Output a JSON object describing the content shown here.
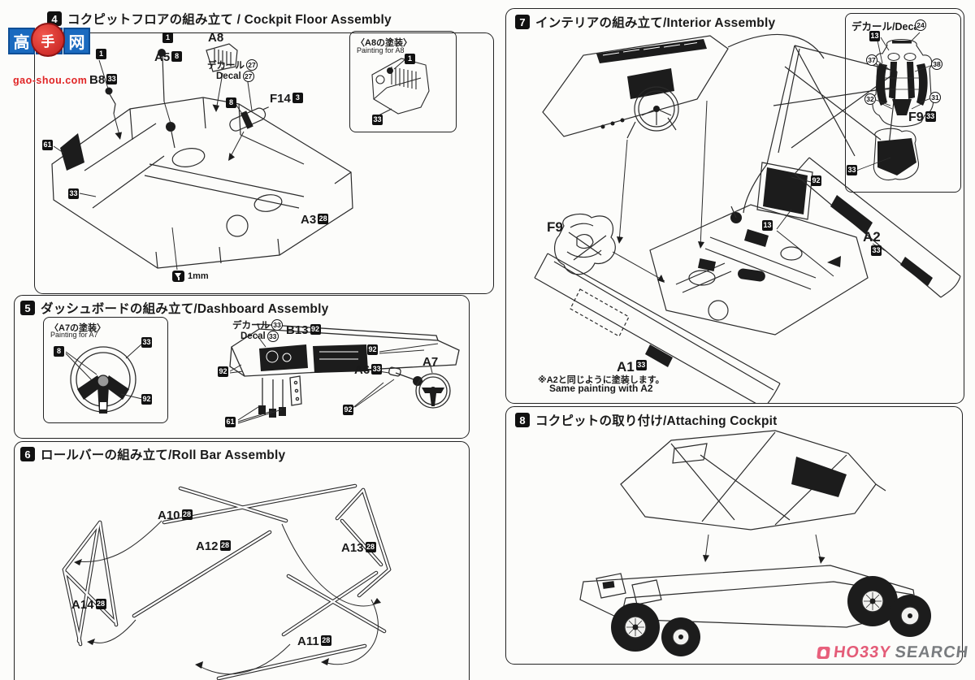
{
  "colors": {
    "line": "#2b2b2b",
    "black": "#111111",
    "wm_blue": "#1a6abf",
    "wm_red": "#e02424",
    "hs_pink": "#e45c78",
    "hs_gray": "#797c7f"
  },
  "watermarks": {
    "gs_char1": "高",
    "gs_char2": "手",
    "gs_char3": "网",
    "gs_domain": "gao-shou.com",
    "hs_left": "HO33Y",
    "hs_right": "SEARCH"
  },
  "s4": {
    "num": "4",
    "title": "コクピットフロアの組み立て / Cockpit Floor Assembly",
    "pb_jp": "〈A8の塗装〉",
    "pb_en": "Painting for A8",
    "pb_b1": "1",
    "pb_b33": "33",
    "n1a": "1",
    "n1b": "1",
    "b8": "B8",
    "b8c": "33",
    "a5": "A5",
    "a5c": "8",
    "a8": "A8",
    "dec_jp": "デカール",
    "dec_en": "Decal",
    "dec_n": "27",
    "n8": "8",
    "f14": "F14",
    "f14c": "3",
    "n61": "61",
    "n33": "33",
    "a3": "A3",
    "a3c": "28",
    "drill": "1mm"
  },
  "s5": {
    "num": "5",
    "title": "ダッシュボードの組み立て/Dashboard Assembly",
    "pb_jp": "〈A7の塗装〉",
    "pb_en": "Painting for A7",
    "pb_b8": "8",
    "pb_b33": "33",
    "pb_b92": "92",
    "dec_jp": "デカール",
    "dec_en": "Decal",
    "dec_n": "33",
    "b13": "B13",
    "b13c": "92",
    "n92a": "92",
    "n92b": "92",
    "a6": "A6",
    "a6c": "33",
    "n92c": "92",
    "n61": "61",
    "a7": "A7"
  },
  "s6": {
    "num": "6",
    "title": "ロールバーの組み立て/Roll Bar Assembly",
    "a10": "A10",
    "a10c": "28",
    "a12": "A12",
    "a12c": "28",
    "a13": "A13",
    "a13c": "28",
    "a14": "A14",
    "a14c": "28",
    "a11": "A11",
    "a11c": "28"
  },
  "s7": {
    "num": "7",
    "title": "インテリアの組み立て/Interior Assembly",
    "f9": "F9",
    "n92": "92",
    "n13": "13",
    "a2": "A2",
    "a2c": "33",
    "a1": "A1",
    "a1c": "33",
    "note_jp": "※A2と同じように塗装します。",
    "note_en": "Same painting with A2",
    "decal_title": "デカール/Decal",
    "d24": "24",
    "d13": "13",
    "d37": "37",
    "d38": "38",
    "d32": "32",
    "d31": "31",
    "df9": "F9",
    "df9c": "33",
    "d33": "33"
  },
  "s8": {
    "num": "8",
    "title": "コクピットの取り付け/Attaching Cockpit"
  }
}
